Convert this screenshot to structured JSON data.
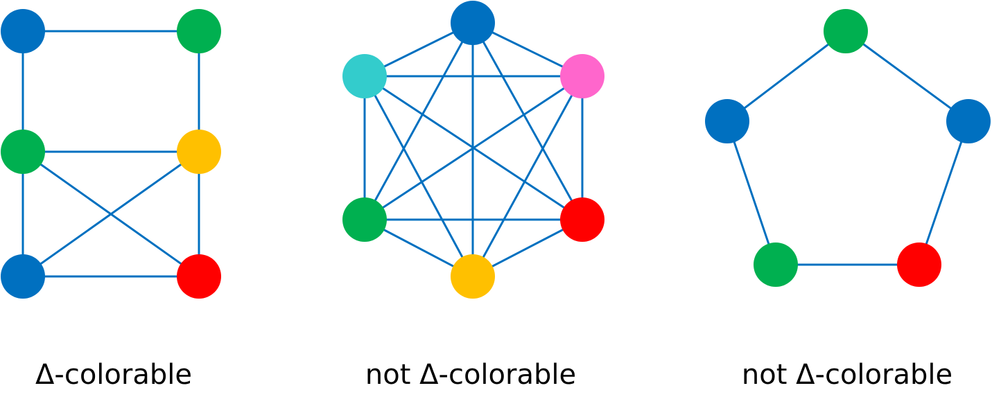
{
  "colors": {
    "edge": "#0070C0",
    "blue": "#0070C0",
    "green": "#00B050",
    "yellow": "#FFC000",
    "red": "#FF0000",
    "cyan": "#33CCCC",
    "pink": "#FF66CC"
  },
  "graphs": [
    {
      "id": "graph-1",
      "caption": "Δ-colorable",
      "vertices": [
        {
          "id": "a",
          "color": "blue"
        },
        {
          "id": "b",
          "color": "green"
        },
        {
          "id": "c",
          "color": "green"
        },
        {
          "id": "d",
          "color": "yellow"
        },
        {
          "id": "e",
          "color": "blue"
        },
        {
          "id": "f",
          "color": "red"
        }
      ],
      "edges": [
        [
          "a",
          "b"
        ],
        [
          "a",
          "c"
        ],
        [
          "b",
          "d"
        ],
        [
          "c",
          "d"
        ],
        [
          "c",
          "e"
        ],
        [
          "c",
          "f"
        ],
        [
          "d",
          "e"
        ],
        [
          "d",
          "f"
        ],
        [
          "e",
          "f"
        ]
      ]
    },
    {
      "id": "graph-2",
      "caption": "not Δ-colorable",
      "vertices": [
        {
          "id": "top",
          "color": "blue"
        },
        {
          "id": "upper-left",
          "color": "cyan"
        },
        {
          "id": "upper-right",
          "color": "pink"
        },
        {
          "id": "lower-left",
          "color": "green"
        },
        {
          "id": "lower-right",
          "color": "red"
        },
        {
          "id": "bottom",
          "color": "yellow"
        }
      ],
      "edges": "complete"
    },
    {
      "id": "graph-3",
      "caption": "not Δ-colorable",
      "vertices": [
        {
          "id": "top",
          "color": "green"
        },
        {
          "id": "left",
          "color": "blue"
        },
        {
          "id": "right",
          "color": "blue"
        },
        {
          "id": "bottom-left",
          "color": "green"
        },
        {
          "id": "bottom-right",
          "color": "red"
        }
      ],
      "edges": [
        [
          "top",
          "left"
        ],
        [
          "top",
          "right"
        ],
        [
          "left",
          "bottom-left"
        ],
        [
          "right",
          "bottom-right"
        ],
        [
          "bottom-left",
          "bottom-right"
        ]
      ]
    }
  ]
}
